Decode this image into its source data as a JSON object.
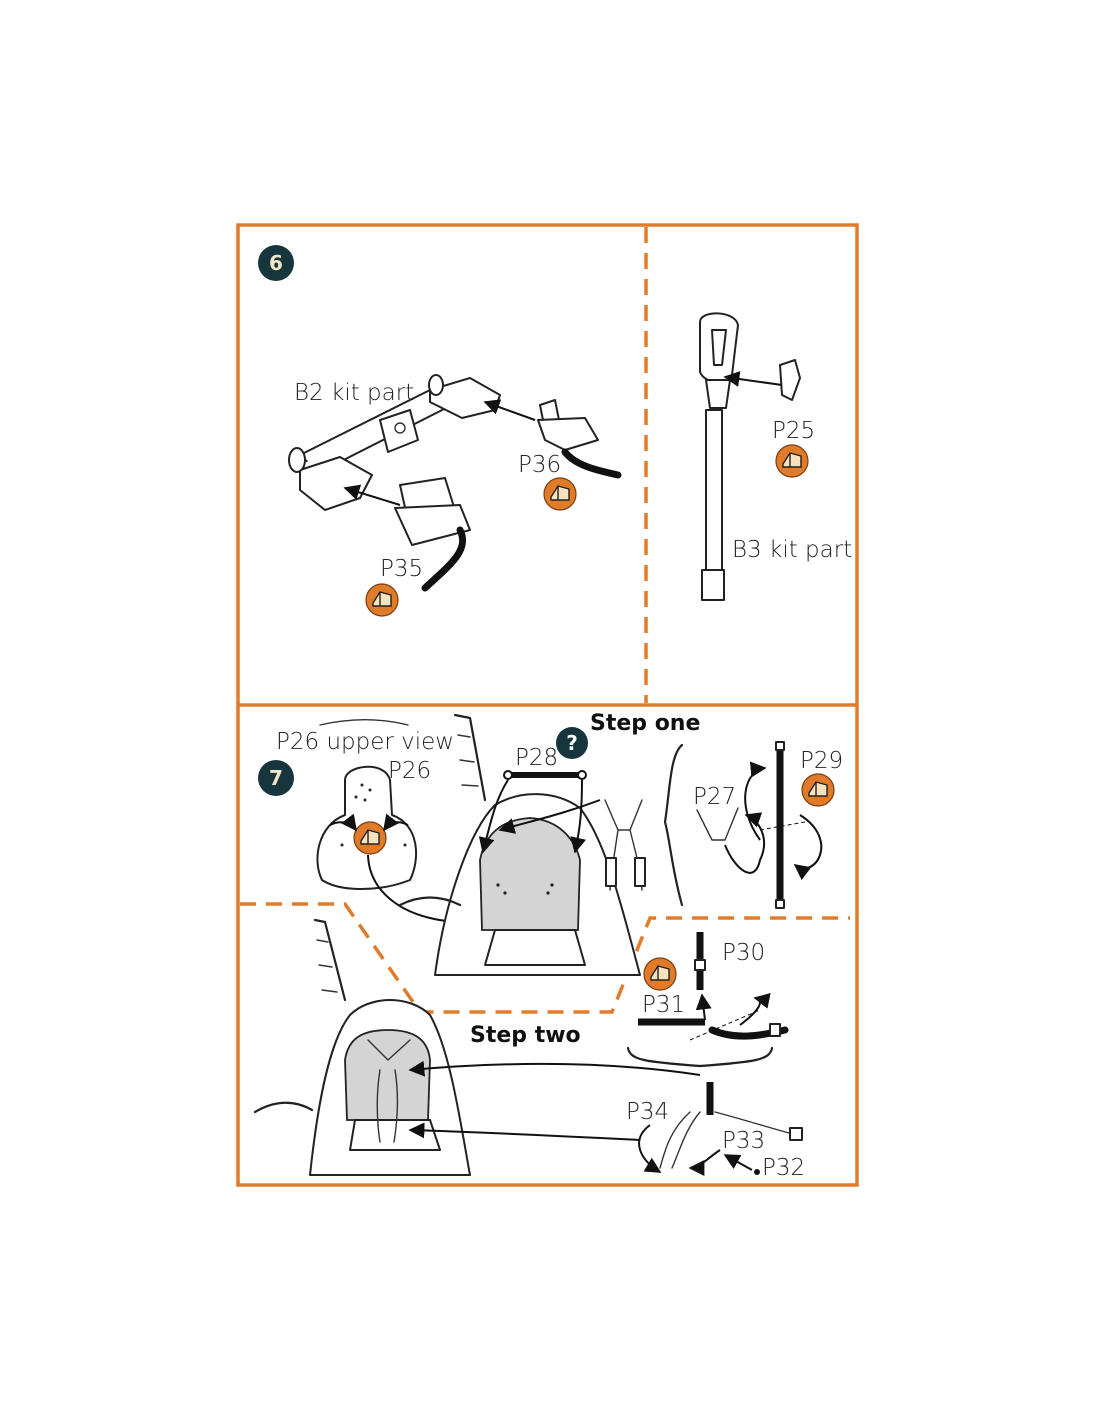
{
  "colors": {
    "frame": "#e07b2a",
    "badge_fill": "#16353d",
    "badge_text": "#f2e6c8",
    "tool_circle": "#e07b2a",
    "seat_fill": "#d4d4d4"
  },
  "step6": {
    "number": "6",
    "labels": {
      "b2_kit_part": "B2 kit part",
      "p36": "P36",
      "p35": "P35",
      "p25": "P25",
      "b3_kit_part": "B3 kit part"
    }
  },
  "step7": {
    "number": "7",
    "step_one": "Step one",
    "step_two": "Step two",
    "question_mark": "?",
    "labels": {
      "p26_upper_view": "P26 upper view",
      "p26": "P26",
      "p28": "P28",
      "p27": "P27",
      "p29": "P29",
      "p30": "P30",
      "p31": "P31",
      "p34": "P34",
      "p33": "P33",
      "p32": "P32"
    }
  },
  "icons": {
    "step_badge": "numbered-circle-icon",
    "photo_etch": "bend-part-tool-icon",
    "optional": "question-mark-icon"
  }
}
